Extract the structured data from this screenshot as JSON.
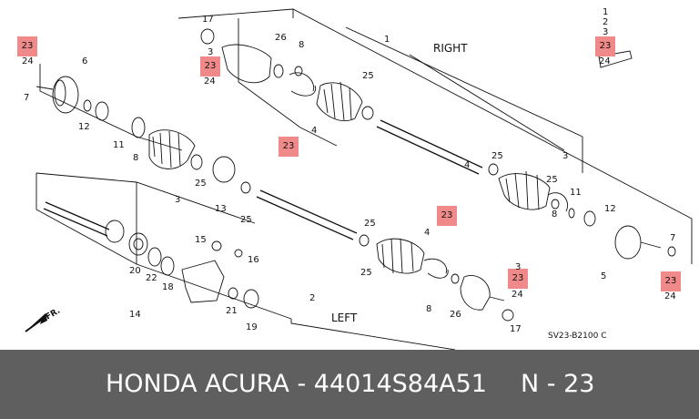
{
  "diagram": {
    "side_right": "RIGHT",
    "side_left": "LEFT",
    "direction_label": "FR.",
    "diagram_code": "SV23-B2100 C",
    "highlight_number": "23",
    "part_numbers": {
      "n1": "1",
      "n2": "2",
      "n3": "3",
      "n4": "4",
      "n5": "5",
      "n6": "6",
      "n7": "7",
      "n8": "8",
      "n11": "11",
      "n12": "12",
      "n13": "13",
      "n14": "14",
      "n15": "15",
      "n16": "16",
      "n17": "17",
      "n18": "18",
      "n19": "19",
      "n20": "20",
      "n21": "21",
      "n22": "22",
      "n23": "23",
      "n24": "24",
      "n25": "25",
      "n26": "26"
    }
  },
  "footer": {
    "part_title": "HONDA ACURA - 44014S84A51",
    "position_label": "N - 23"
  }
}
